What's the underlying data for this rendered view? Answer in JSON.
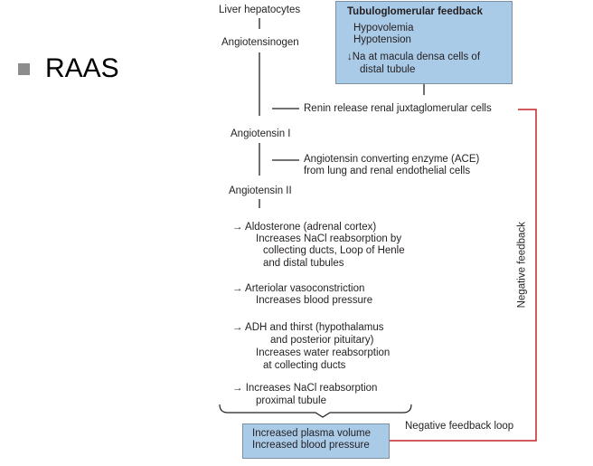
{
  "slide": {
    "title": "RAAS"
  },
  "diagram": {
    "nodes": {
      "liver": "Liver hepatocytes",
      "angiotensinogen": "Angiotensinogen",
      "angiotensin_i": "Angiotensin I",
      "angiotensin_ii": "Angiotensin II",
      "renin": "Renin release renal juxtaglomerular cells",
      "ace_line1": "Angiotensin converting enzyme (ACE)",
      "ace_line2": "from lung and renal endothelial cells"
    },
    "trigger_box": {
      "title": "Tubuloglomerular feedback",
      "line1": "Hypovolemia",
      "line2": "Hypotension",
      "line3": "↓Na at macula densa cells of",
      "line4": "distal tubule"
    },
    "effects": [
      [
        "→ Aldosterone (adrenal cortex)",
        "Increases NaCl reabsorption by",
        "collecting ducts, Loop of Henle",
        "and distal tubules"
      ],
      [
        "→ Arteriolar vasoconstriction",
        "Increases blood pressure"
      ],
      [
        "→ ADH and thirst (hypothalamus",
        "and posterior pituitary)",
        "Increases water reabsorption",
        "at collecting ducts"
      ],
      [
        "→ Increases NaCl reabsorption",
        "proximal tubule"
      ]
    ],
    "outcome_box": {
      "line1": "Increased plasma volume",
      "line2": "Increased blood pressure"
    },
    "labels": {
      "negative_feedback": "Negative feedback",
      "negative_feedback_loop": "Negative feedback loop"
    },
    "colors": {
      "box_fill": "#aacbe8",
      "box_border": "#7d8fa3",
      "feedback_red": "#c0272d",
      "bullet": "#8c8c8c",
      "ink": "#231f20"
    }
  }
}
